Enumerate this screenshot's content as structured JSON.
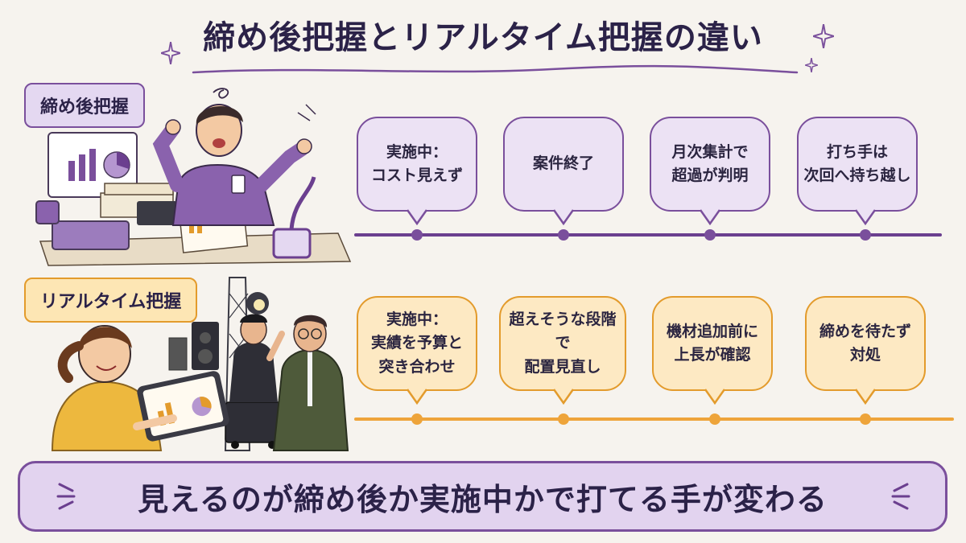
{
  "title": "締め後把握とリアルタイム把握の違い",
  "sections": {
    "after_close": {
      "label": "締め後把握",
      "steps": [
        {
          "text": "実施中：\nコスト見えず"
        },
        {
          "text": "案件終了"
        },
        {
          "text": "月次集計で\n超過が判明"
        },
        {
          "text": "打ち手は\n次回へ持ち越し"
        }
      ]
    },
    "realtime": {
      "label": "リアルタイム把握",
      "steps": [
        {
          "text": "実施中：\n実績を予算と\n突き合わせ"
        },
        {
          "text": "超えそうな段階で\n配置見直し"
        },
        {
          "text": "機材追加前に\n上長が確認"
        },
        {
          "text": "締めを待たず\n対処"
        }
      ]
    }
  },
  "banner": "見えるのが締め後か実施中かで打てる手が変わる",
  "colors": {
    "purple": "#7a4f9c",
    "purple_fill": "#ece2f4",
    "orange": "#e39b2c",
    "orange_fill": "#fde9c3"
  },
  "icons": [
    "sparkle-icon",
    "stressed-worker-illustration",
    "team-tablet-illustration"
  ]
}
